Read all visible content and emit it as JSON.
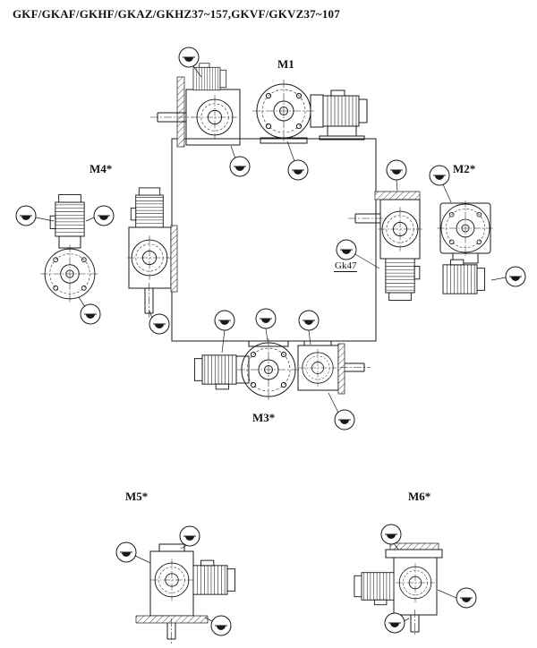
{
  "title": "GKF/GKAF/GKHF/GKAZ/GKHZ37~157,GKVF/GKVZ37~107",
  "labels": {
    "m1": "M1",
    "m2": "M2*",
    "m3": "M3*",
    "m4": "M4*",
    "m5": "M5*",
    "m6": "M6*",
    "gk47": "Gk47"
  },
  "icons": {
    "oil_level_plug": "circle with half-filled level symbol"
  },
  "colors": {
    "ink": "#1a1a1a",
    "background": "#ffffff"
  }
}
